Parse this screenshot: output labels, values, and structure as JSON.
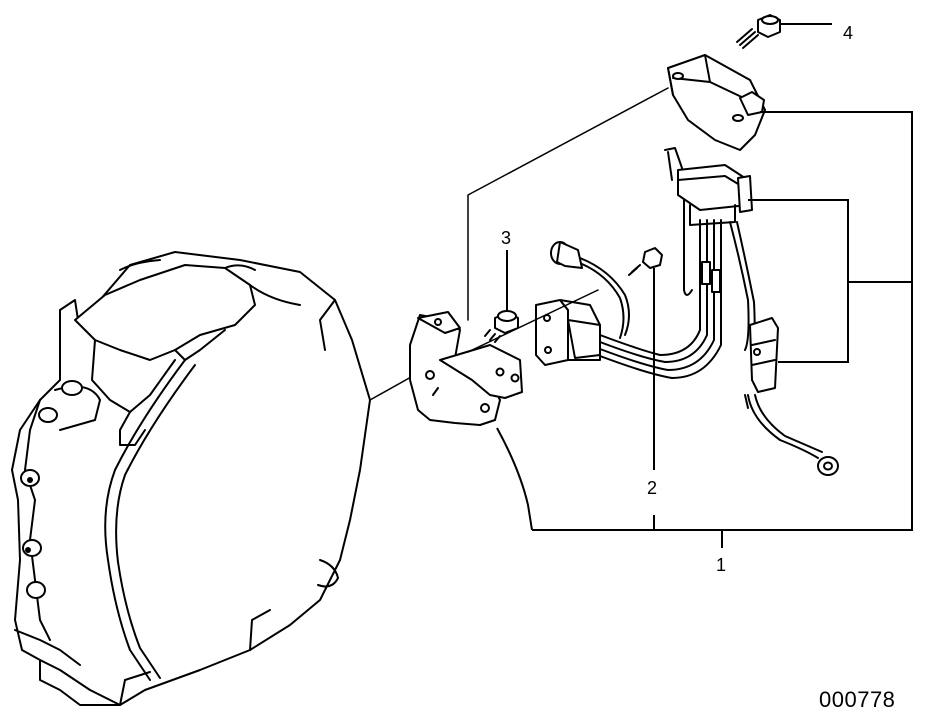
{
  "diagram": {
    "reference_code": "000778",
    "callouts": [
      {
        "id": "1",
        "text": "1"
      },
      {
        "id": "2",
        "text": "2"
      },
      {
        "id": "3",
        "text": "3"
      },
      {
        "id": "4",
        "text": "4"
      }
    ],
    "line_color": "#000000",
    "background": "#ffffff"
  }
}
